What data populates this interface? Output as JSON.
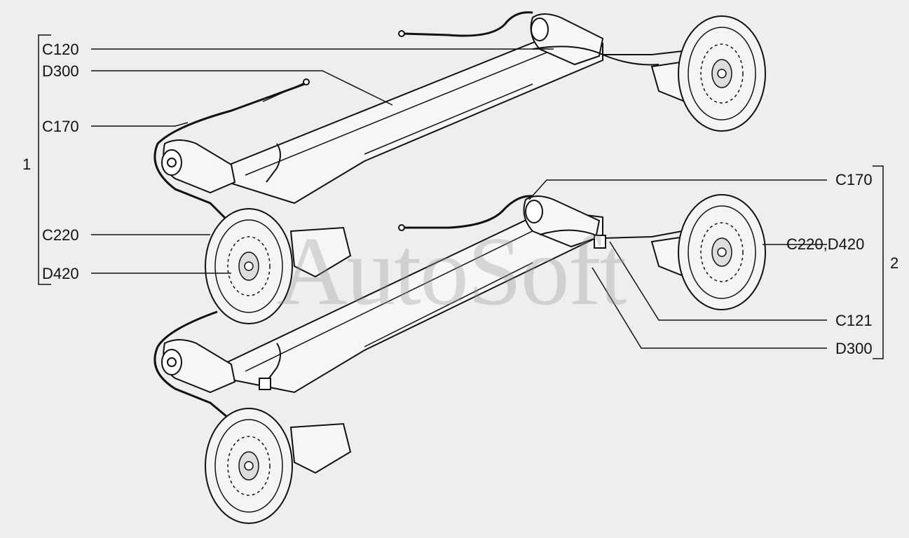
{
  "labels_left": {
    "c120": "C120",
    "d300": "D300",
    "c170": "C170",
    "c220": "C220",
    "d420": "D420",
    "group": "1"
  },
  "labels_right": {
    "c170": "C170",
    "c220_d420": "C220,D420",
    "c121": "C121",
    "d300": "D300",
    "group": "2"
  },
  "watermark": "AutoSoft",
  "colors": {
    "background": "#eeeeee",
    "line": "#111111",
    "part_fill": "#f2f2f2"
  }
}
